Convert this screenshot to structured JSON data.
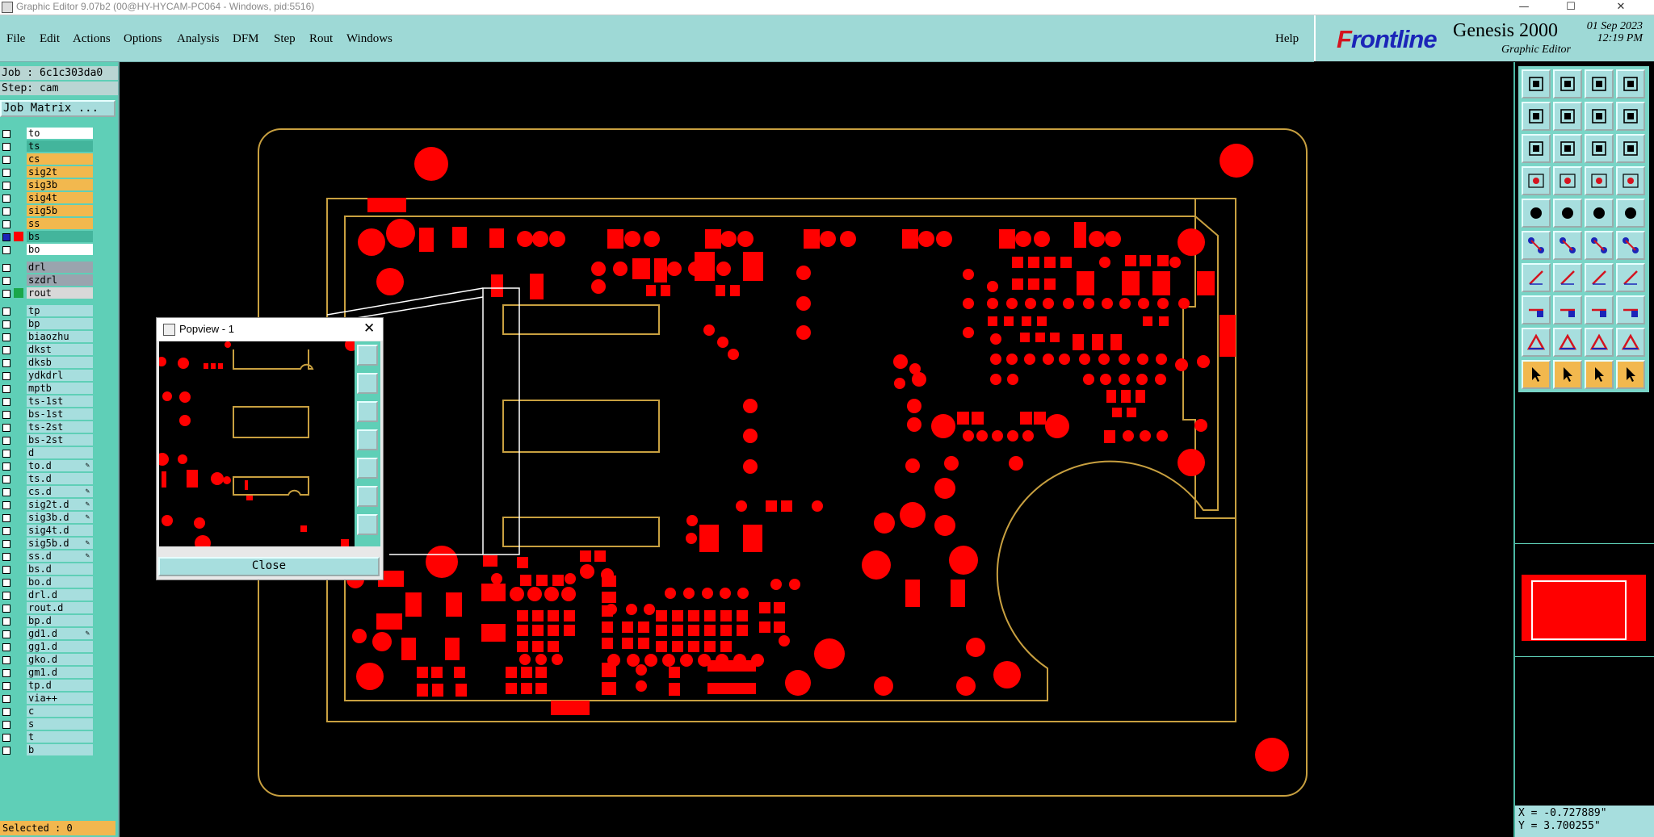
{
  "window": {
    "title": "Graphic Editor 9.07b2 (00@HY-HYCAM-PC064 - Windows, pid:5516)",
    "minimize": "—",
    "maximize": "☐",
    "close": "✕"
  },
  "menu": {
    "items": [
      "File",
      "Edit",
      "Actions",
      "Options",
      "Analysis",
      "DFM",
      "Step",
      "Rout",
      "Windows"
    ],
    "help": "Help"
  },
  "brand": {
    "logo_first": "F",
    "logo_rest": "rontline",
    "product": "Genesis 2000",
    "subtitle": "Graphic Editor",
    "date": "01 Sep 2023",
    "time": "12:19 PM"
  },
  "info": {
    "job": "Job : 6c1c303da0",
    "step": "Step: cam",
    "job_matrix": "Job Matrix ..."
  },
  "layers": [
    {
      "name": "to",
      "color": "#ffffff"
    },
    {
      "name": "ts",
      "color": "#43b59c"
    },
    {
      "name": "cs",
      "color": "#f2b84e"
    },
    {
      "name": "sig2t",
      "color": "#f2b84e"
    },
    {
      "name": "sig3b",
      "color": "#f2b84e"
    },
    {
      "name": "sig4t",
      "color": "#f2b84e"
    },
    {
      "name": "sig5b",
      "color": "#f2b84e"
    },
    {
      "name": "ss",
      "color": "#f2b84e"
    },
    {
      "name": "bs",
      "color": "#43b59c",
      "active": true
    },
    {
      "name": "bo",
      "color": "#ffffff"
    },
    {
      "name": "drl",
      "color": "#9aa4ae",
      "gap": true
    },
    {
      "name": "szdrl",
      "color": "#9aa4ae"
    },
    {
      "name": "rout",
      "color": "#d8d8d8"
    },
    {
      "name": "tp",
      "color": "#a7dede",
      "gap": true
    },
    {
      "name": "bp",
      "color": "#a7dede"
    },
    {
      "name": "biaozhu",
      "color": "#a7dede"
    },
    {
      "name": "dkst",
      "color": "#a7dede"
    },
    {
      "name": "dksb",
      "color": "#a7dede"
    },
    {
      "name": "ydkdrl",
      "color": "#a7dede"
    },
    {
      "name": "mptb",
      "color": "#a7dede"
    },
    {
      "name": "ts-1st",
      "color": "#a7dede"
    },
    {
      "name": "bs-1st",
      "color": "#a7dede"
    },
    {
      "name": "ts-2st",
      "color": "#a7dede"
    },
    {
      "name": "bs-2st",
      "color": "#a7dede"
    },
    {
      "name": "d",
      "color": "#a7dede"
    },
    {
      "name": "to.d",
      "color": "#a7dede",
      "lock": true
    },
    {
      "name": "ts.d",
      "color": "#a7dede"
    },
    {
      "name": "cs.d",
      "color": "#a7dede",
      "lock": true
    },
    {
      "name": "sig2t.d",
      "color": "#a7dede",
      "lock": true
    },
    {
      "name": "sig3b.d",
      "color": "#a7dede",
      "lock": true
    },
    {
      "name": "sig4t.d",
      "color": "#a7dede"
    },
    {
      "name": "sig5b.d",
      "color": "#a7dede",
      "lock": true
    },
    {
      "name": "ss.d",
      "color": "#a7dede",
      "lock": true
    },
    {
      "name": "bs.d",
      "color": "#a7dede"
    },
    {
      "name": "bo.d",
      "color": "#a7dede"
    },
    {
      "name": "drl.d",
      "color": "#a7dede"
    },
    {
      "name": "rout.d",
      "color": "#a7dede"
    },
    {
      "name": "bp.d",
      "color": "#a7dede"
    },
    {
      "name": "gd1.d",
      "color": "#a7dede",
      "lock": true
    },
    {
      "name": "gg1.d",
      "color": "#a7dede"
    },
    {
      "name": "gko.d",
      "color": "#a7dede"
    },
    {
      "name": "gm1.d",
      "color": "#a7dede"
    },
    {
      "name": "tp.d",
      "color": "#a7dede"
    },
    {
      "name": "via++",
      "color": "#a7dede"
    },
    {
      "name": "c",
      "color": "#a7dede"
    },
    {
      "name": "s",
      "color": "#a7dede"
    },
    {
      "name": "t",
      "color": "#a7dede"
    },
    {
      "name": "b",
      "color": "#a7dede"
    }
  ],
  "status": {
    "selected": "Selected : 0",
    "x": "X = -0.727889\"",
    "y": "Y = 3.700255\""
  },
  "popview": {
    "title": "Popview - 1",
    "close_label": "Close"
  },
  "colors": {
    "copper": "#ff0000",
    "outline": "#c8a040",
    "panel": "#9ed9d6",
    "tool_orange": "#f2b84e"
  }
}
